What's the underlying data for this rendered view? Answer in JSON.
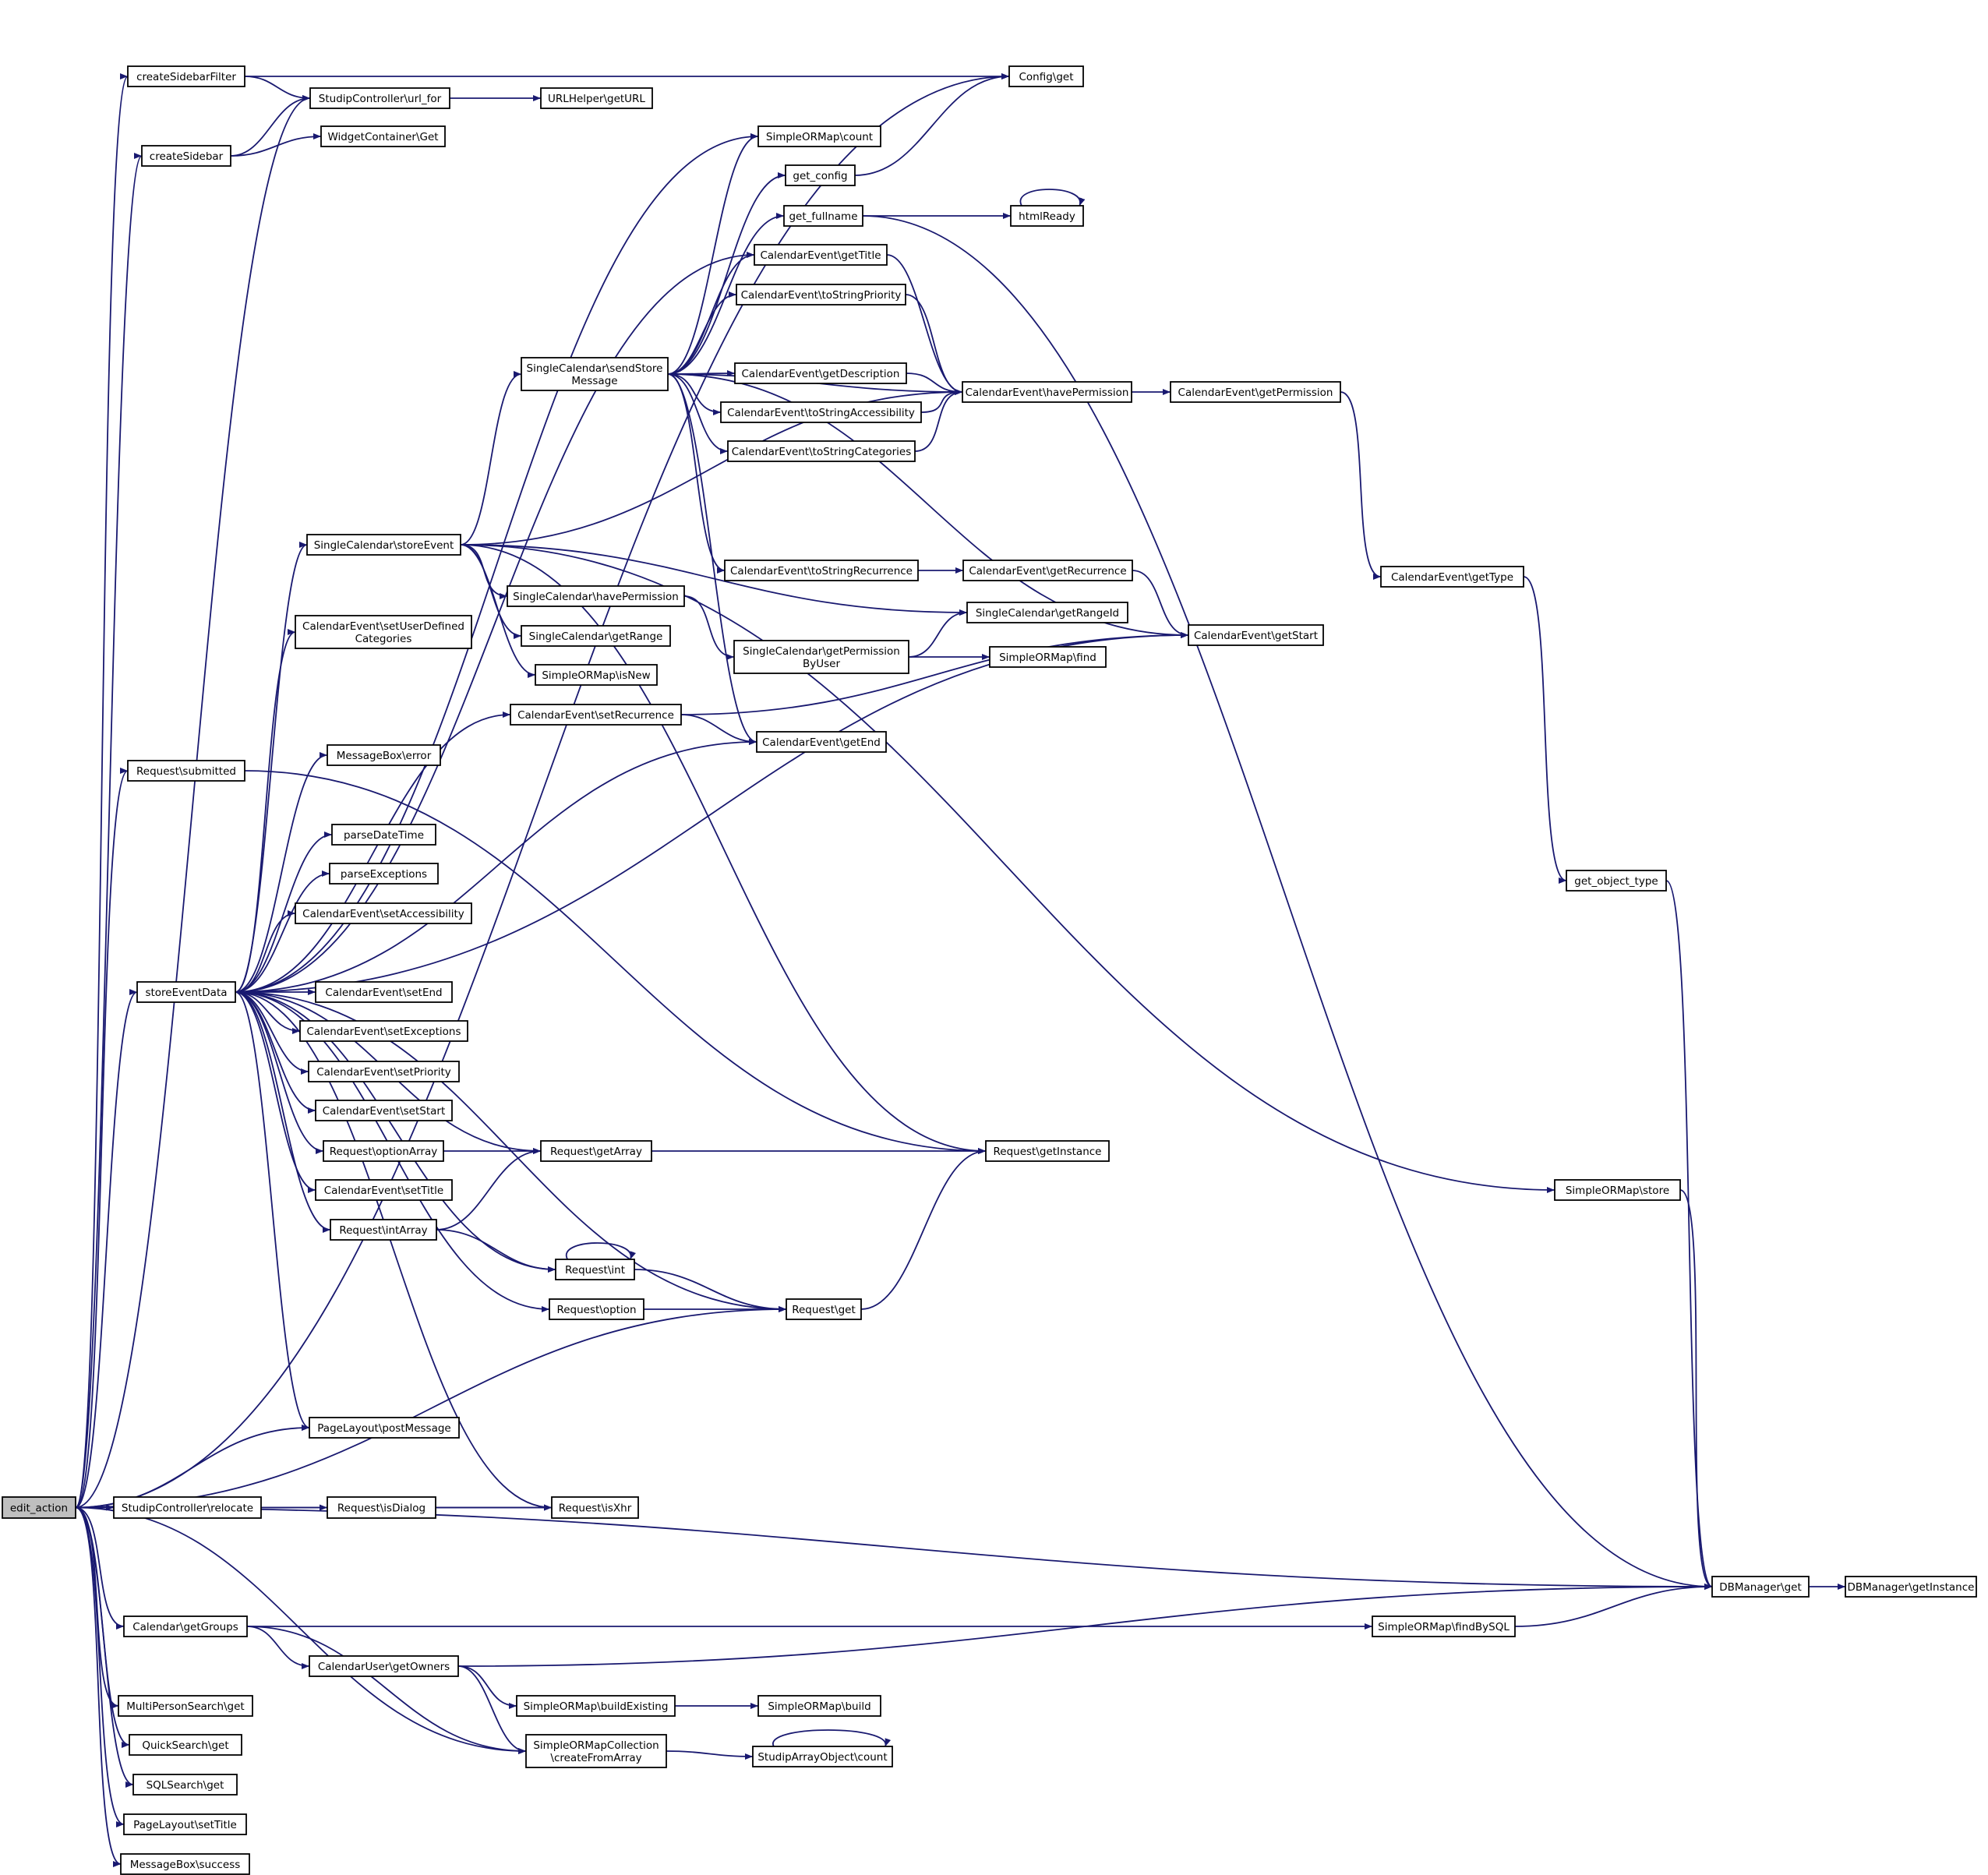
{
  "nodes": [
    {
      "id": "edit_action",
      "lines": [
        "edit_action"
      ],
      "root": true
    },
    {
      "id": "createSidebarFilter",
      "lines": [
        "createSidebarFilter"
      ]
    },
    {
      "id": "createSidebar",
      "lines": [
        "createSidebar"
      ]
    },
    {
      "id": "url_for",
      "lines": [
        "StudipController\\url_for"
      ]
    },
    {
      "id": "WidgetGet",
      "lines": [
        "WidgetContainer\\Get"
      ]
    },
    {
      "id": "URLgetURL",
      "lines": [
        "URLHelper\\getURL"
      ]
    },
    {
      "id": "ConfigGet",
      "lines": [
        "Config\\get"
      ]
    },
    {
      "id": "SORMcount",
      "lines": [
        "SimpleORMap\\count"
      ]
    },
    {
      "id": "get_config",
      "lines": [
        "get_config"
      ]
    },
    {
      "id": "get_fullname",
      "lines": [
        "get_fullname"
      ]
    },
    {
      "id": "htmlReady",
      "lines": [
        "htmlReady"
      ]
    },
    {
      "id": "CEgetTitle",
      "lines": [
        "CalendarEvent\\getTitle"
      ]
    },
    {
      "id": "CEtoStringPriority",
      "lines": [
        "CalendarEvent\\toStringPriority"
      ]
    },
    {
      "id": "sendStoreMessage",
      "lines": [
        "SingleCalendar\\sendStore",
        "Message"
      ]
    },
    {
      "id": "CEgetDescription",
      "lines": [
        "CalendarEvent\\getDescription"
      ]
    },
    {
      "id": "CEhavePermission",
      "lines": [
        "CalendarEvent\\havePermission"
      ]
    },
    {
      "id": "CEgetPermission",
      "lines": [
        "CalendarEvent\\getPermission"
      ]
    },
    {
      "id": "CEtoStringAccessibility",
      "lines": [
        "CalendarEvent\\toStringAccessibility"
      ]
    },
    {
      "id": "CEtoStringCategories",
      "lines": [
        "CalendarEvent\\toStringCategories"
      ]
    },
    {
      "id": "storeEvent",
      "lines": [
        "SingleCalendar\\storeEvent"
      ]
    },
    {
      "id": "CEtoStringRecurrence",
      "lines": [
        "CalendarEvent\\toStringRecurrence"
      ]
    },
    {
      "id": "CEgetRecurrence",
      "lines": [
        "CalendarEvent\\getRecurrence"
      ]
    },
    {
      "id": "CEgetType",
      "lines": [
        "CalendarEvent\\getType"
      ]
    },
    {
      "id": "SChavePermission",
      "lines": [
        "SingleCalendar\\havePermission"
      ]
    },
    {
      "id": "SCgetRangeId",
      "lines": [
        "SingleCalendar\\getRangeId"
      ]
    },
    {
      "id": "CEgetStart",
      "lines": [
        "CalendarEvent\\getStart"
      ]
    },
    {
      "id": "CEsetUserDefined",
      "lines": [
        "CalendarEvent\\setUserDefined",
        "Categories"
      ]
    },
    {
      "id": "SCgetRange",
      "lines": [
        "SingleCalendar\\getRange"
      ]
    },
    {
      "id": "SCgetPermissionByUser",
      "lines": [
        "SingleCalendar\\getPermission",
        "ByUser"
      ]
    },
    {
      "id": "SORMfind",
      "lines": [
        "SimpleORMap\\find"
      ]
    },
    {
      "id": "SORMisNew",
      "lines": [
        "SimpleORMap\\isNew"
      ]
    },
    {
      "id": "CEsetRecurrence",
      "lines": [
        "CalendarEvent\\setRecurrence"
      ]
    },
    {
      "id": "CEgetEnd",
      "lines": [
        "CalendarEvent\\getEnd"
      ]
    },
    {
      "id": "MBerror",
      "lines": [
        "MessageBox\\error"
      ]
    },
    {
      "id": "Rsubmitted",
      "lines": [
        "Request\\submitted"
      ]
    },
    {
      "id": "parseDateTime",
      "lines": [
        "parseDateTime"
      ]
    },
    {
      "id": "parseExceptions",
      "lines": [
        "parseExceptions"
      ]
    },
    {
      "id": "get_object_type",
      "lines": [
        "get_object_type"
      ]
    },
    {
      "id": "CEsetAccessibility",
      "lines": [
        "CalendarEvent\\setAccessibility"
      ]
    },
    {
      "id": "storeEventData",
      "lines": [
        "storeEventData"
      ]
    },
    {
      "id": "CEsetEnd",
      "lines": [
        "CalendarEvent\\setEnd"
      ]
    },
    {
      "id": "CEsetExceptions",
      "lines": [
        "CalendarEvent\\setExceptions"
      ]
    },
    {
      "id": "CEsetPriority",
      "lines": [
        "CalendarEvent\\setPriority"
      ]
    },
    {
      "id": "CEsetStart",
      "lines": [
        "CalendarEvent\\setStart"
      ]
    },
    {
      "id": "RoptionArray",
      "lines": [
        "Request\\optionArray"
      ]
    },
    {
      "id": "RgetArray",
      "lines": [
        "Request\\getArray"
      ]
    },
    {
      "id": "RgetInstance",
      "lines": [
        "Request\\getInstance"
      ]
    },
    {
      "id": "CEsetTitle",
      "lines": [
        "CalendarEvent\\setTitle"
      ]
    },
    {
      "id": "SORMstore",
      "lines": [
        "SimpleORMap\\store"
      ]
    },
    {
      "id": "RintArray",
      "lines": [
        "Request\\intArray"
      ]
    },
    {
      "id": "Rint",
      "lines": [
        "Request\\int"
      ]
    },
    {
      "id": "Roption",
      "lines": [
        "Request\\option"
      ]
    },
    {
      "id": "Rget",
      "lines": [
        "Request\\get"
      ]
    },
    {
      "id": "PLpostMessage",
      "lines": [
        "PageLayout\\postMessage"
      ]
    },
    {
      "id": "relocate",
      "lines": [
        "StudipController\\relocate"
      ]
    },
    {
      "id": "RisDialog",
      "lines": [
        "Request\\isDialog"
      ]
    },
    {
      "id": "RisXhr",
      "lines": [
        "Request\\isXhr"
      ]
    },
    {
      "id": "DBget",
      "lines": [
        "DBManager\\get"
      ]
    },
    {
      "id": "DBgetInstance",
      "lines": [
        "DBManager\\getInstance"
      ]
    },
    {
      "id": "CalgetGroups",
      "lines": [
        "Calendar\\getGroups"
      ]
    },
    {
      "id": "SORMfindBySQL",
      "lines": [
        "SimpleORMap\\findBySQL"
      ]
    },
    {
      "id": "CUgetOwners",
      "lines": [
        "CalendarUser\\getOwners"
      ]
    },
    {
      "id": "MPSget",
      "lines": [
        "MultiPersonSearch\\get"
      ]
    },
    {
      "id": "SORMbuildExisting",
      "lines": [
        "SimpleORMap\\buildExisting"
      ]
    },
    {
      "id": "SORMbuild",
      "lines": [
        "SimpleORMap\\build"
      ]
    },
    {
      "id": "QSget",
      "lines": [
        "QuickSearch\\get"
      ]
    },
    {
      "id": "SORMCcreateFromArray",
      "lines": [
        "SimpleORMapCollection",
        "\\createFromArray"
      ]
    },
    {
      "id": "SAOcount",
      "lines": [
        "StudipArrayObject\\count"
      ]
    },
    {
      "id": "SQLSget",
      "lines": [
        "SQLSearch\\get"
      ]
    },
    {
      "id": "PLsetTitle",
      "lines": [
        "PageLayout\\setTitle"
      ]
    },
    {
      "id": "MBsuccess",
      "lines": [
        "MessageBox\\success"
      ]
    }
  ],
  "edges": [
    [
      "edit_action",
      "ConfigGet"
    ],
    [
      "edit_action",
      "createSidebarFilter"
    ],
    [
      "edit_action",
      "url_for"
    ],
    [
      "edit_action",
      "createSidebar"
    ],
    [
      "edit_action",
      "Rsubmitted"
    ],
    [
      "edit_action",
      "storeEventData"
    ],
    [
      "edit_action",
      "PLpostMessage"
    ],
    [
      "edit_action",
      "Rget"
    ],
    [
      "edit_action",
      "relocate"
    ],
    [
      "edit_action",
      "RisXhr"
    ],
    [
      "edit_action",
      "DBget"
    ],
    [
      "edit_action",
      "CalgetGroups"
    ],
    [
      "edit_action",
      "MPSget"
    ],
    [
      "edit_action",
      "QSget"
    ],
    [
      "edit_action",
      "SQLSget"
    ],
    [
      "edit_action",
      "PLsetTitle"
    ],
    [
      "edit_action",
      "MBsuccess"
    ],
    [
      "edit_action",
      "SORMCcreateFromArray"
    ],
    [
      "createSidebarFilter",
      "ConfigGet"
    ],
    [
      "createSidebarFilter",
      "url_for"
    ],
    [
      "createSidebar",
      "url_for"
    ],
    [
      "createSidebar",
      "WidgetGet"
    ],
    [
      "url_for",
      "URLgetURL"
    ],
    [
      "get_config",
      "ConfigGet"
    ],
    [
      "get_fullname",
      "htmlReady"
    ],
    [
      "get_fullname",
      "DBget"
    ],
    [
      "htmlReady",
      "htmlReady"
    ],
    [
      "sendStoreMessage",
      "SORMcount"
    ],
    [
      "sendStoreMessage",
      "get_config"
    ],
    [
      "sendStoreMessage",
      "get_fullname"
    ],
    [
      "sendStoreMessage",
      "CEgetTitle"
    ],
    [
      "sendStoreMessage",
      "CEtoStringPriority"
    ],
    [
      "sendStoreMessage",
      "CEhavePermission"
    ],
    [
      "sendStoreMessage",
      "CEgetDescription"
    ],
    [
      "sendStoreMessage",
      "CEtoStringAccessibility"
    ],
    [
      "sendStoreMessage",
      "CEtoStringCategories"
    ],
    [
      "sendStoreMessage",
      "CEtoStringRecurrence"
    ],
    [
      "sendStoreMessage",
      "CEgetStart"
    ],
    [
      "sendStoreMessage",
      "CEgetEnd"
    ],
    [
      "CEgetTitle",
      "CEhavePermission"
    ],
    [
      "CEtoStringPriority",
      "CEhavePermission"
    ],
    [
      "CEgetDescription",
      "CEhavePermission"
    ],
    [
      "CEtoStringAccessibility",
      "CEhavePermission"
    ],
    [
      "CEtoStringCategories",
      "CEhavePermission"
    ],
    [
      "CEhavePermission",
      "CEgetPermission"
    ],
    [
      "CEgetPermission",
      "CEgetType"
    ],
    [
      "CEgetType",
      "get_object_type"
    ],
    [
      "get_object_type",
      "DBget"
    ],
    [
      "CEtoStringRecurrence",
      "CEgetRecurrence"
    ],
    [
      "CEgetRecurrence",
      "CEgetStart"
    ],
    [
      "storeEvent",
      "sendStoreMessage"
    ],
    [
      "storeEvent",
      "CEhavePermission"
    ],
    [
      "storeEvent",
      "SChavePermission"
    ],
    [
      "storeEvent",
      "SCgetRangeId"
    ],
    [
      "storeEvent",
      "SCgetRange"
    ],
    [
      "storeEvent",
      "SORMisNew"
    ],
    [
      "storeEvent",
      "RgetInstance"
    ],
    [
      "storeEvent",
      "SORMstore"
    ],
    [
      "SChavePermission",
      "SCgetPermissionByUser"
    ],
    [
      "SCgetPermissionByUser",
      "SCgetRangeId"
    ],
    [
      "SCgetPermissionByUser",
      "SORMfind"
    ],
    [
      "CEsetRecurrence",
      "CEgetStart"
    ],
    [
      "CEsetRecurrence",
      "CEgetEnd"
    ],
    [
      "Rsubmitted",
      "RgetInstance"
    ],
    [
      "storeEventData",
      "SORMcount"
    ],
    [
      "storeEventData",
      "CEgetTitle"
    ],
    [
      "storeEventData",
      "storeEvent"
    ],
    [
      "storeEventData",
      "CEsetUserDefined"
    ],
    [
      "storeEventData",
      "CEsetRecurrence"
    ],
    [
      "storeEventData",
      "CEgetStart"
    ],
    [
      "storeEventData",
      "CEgetEnd"
    ],
    [
      "storeEventData",
      "MBerror"
    ],
    [
      "storeEventData",
      "parseDateTime"
    ],
    [
      "storeEventData",
      "parseExceptions"
    ],
    [
      "storeEventData",
      "CEsetAccessibility"
    ],
    [
      "storeEventData",
      "CEsetEnd"
    ],
    [
      "storeEventData",
      "CEsetExceptions"
    ],
    [
      "storeEventData",
      "CEsetPriority"
    ],
    [
      "storeEventData",
      "CEsetStart"
    ],
    [
      "storeEventData",
      "RoptionArray"
    ],
    [
      "storeEventData",
      "RgetArray"
    ],
    [
      "storeEventData",
      "CEsetTitle"
    ],
    [
      "storeEventData",
      "RintArray"
    ],
    [
      "storeEventData",
      "Rint"
    ],
    [
      "storeEventData",
      "Roption"
    ],
    [
      "storeEventData",
      "Rget"
    ],
    [
      "storeEventData",
      "PLpostMessage"
    ],
    [
      "storeEventData",
      "RisXhr"
    ],
    [
      "RoptionArray",
      "RgetArray"
    ],
    [
      "RgetArray",
      "RgetInstance"
    ],
    [
      "RintArray",
      "RgetArray"
    ],
    [
      "RintArray",
      "Rint"
    ],
    [
      "Rint",
      "Rint"
    ],
    [
      "Rint",
      "Rget"
    ],
    [
      "Roption",
      "Rget"
    ],
    [
      "Rget",
      "RgetInstance"
    ],
    [
      "SORMstore",
      "DBget"
    ],
    [
      "relocate",
      "RisDialog"
    ],
    [
      "RisDialog",
      "RisXhr"
    ],
    [
      "DBget",
      "DBgetInstance"
    ],
    [
      "CalgetGroups",
      "SORMfindBySQL"
    ],
    [
      "CalgetGroups",
      "CUgetOwners"
    ],
    [
      "CalgetGroups",
      "SORMCcreateFromArray"
    ],
    [
      "SORMfindBySQL",
      "DBget"
    ],
    [
      "CUgetOwners",
      "DBget"
    ],
    [
      "CUgetOwners",
      "SORMbuildExisting"
    ],
    [
      "CUgetOwners",
      "SORMCcreateFromArray"
    ],
    [
      "SORMbuildExisting",
      "SORMbuild"
    ],
    [
      "SORMCcreateFromArray",
      "SAOcount"
    ],
    [
      "SAOcount",
      "SAOcount"
    ]
  ]
}
